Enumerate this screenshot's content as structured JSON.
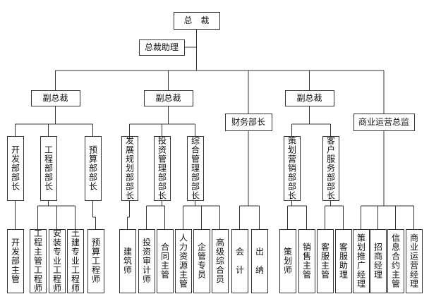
{
  "org": {
    "ceo": "总　裁",
    "assistant": "总裁助理",
    "vp1": "副总裁",
    "vp2": "副总裁",
    "finance": "财务部长",
    "vp3": "副总裁",
    "commercial": "商业运营总监",
    "dev_head": "开发部部长",
    "eng_head": "工程部部长",
    "budget_head": "预算部部长",
    "planning_head": "发展规划部部长",
    "invest_head": "投资管理部部长",
    "admin_head": "综合管理部部长",
    "marketing_head": "策划营销部部长",
    "service_head": "客户服务部部长",
    "dev_manager": "开发部主管",
    "eng_supervisor": "工程主管工程师",
    "install_eng": "安装专业工程师",
    "civil_eng": "土建专业工程师",
    "budget_eng": "预算工程师",
    "architect": "建筑师",
    "auditor": "投资审计师",
    "contract_mgr": "合同主管",
    "hr_mgr": "人力资源主管",
    "corp_mgr": "企管专员",
    "senior_admin": "高级综合员",
    "accountant": "会　计",
    "cashier": "出　纳",
    "planner": "策划师",
    "sales_mgr": "销售主管",
    "service_mgr": "客服主管",
    "service_asst": "客服助理",
    "promo_mgr": "策划推广经理",
    "leasing_mgr": "招商经理",
    "info_mgr": "信息合约主管",
    "ops_mgr": "商业运营经理"
  }
}
